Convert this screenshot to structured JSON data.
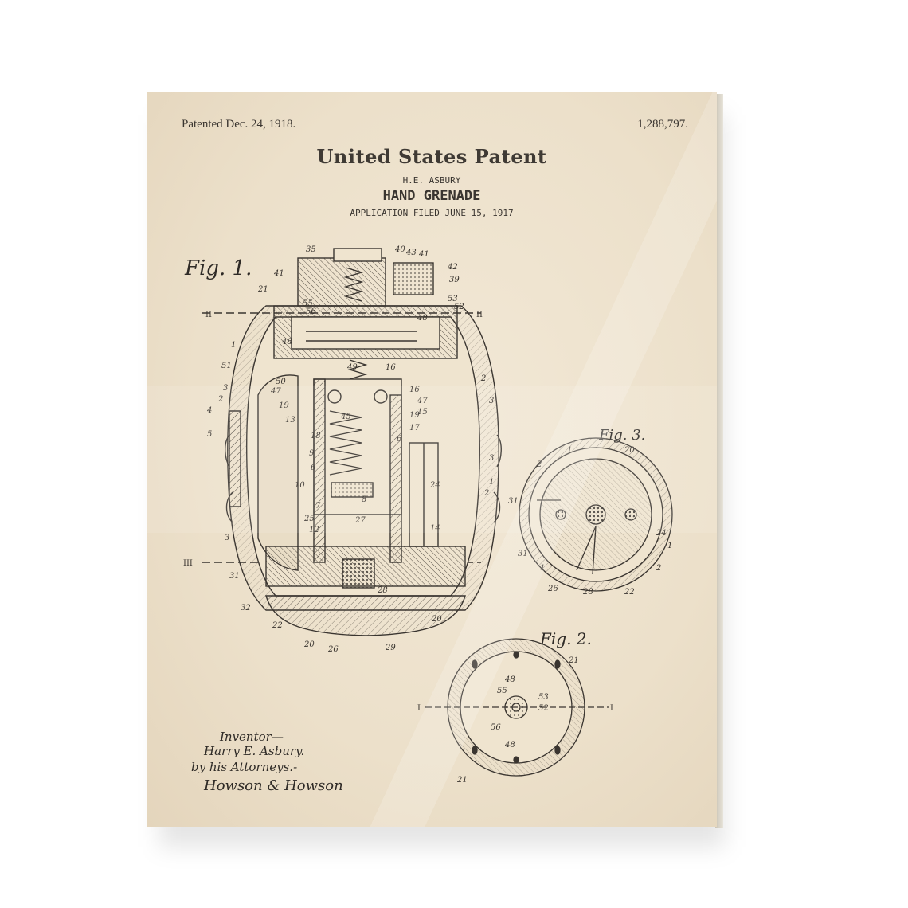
{
  "header": {
    "patented": "Patented Dec. 24, 1918.",
    "patent_number": "1,288,797.",
    "title": "United States Patent",
    "inventor": "H.E. ASBURY",
    "invention": "HAND GRENADE",
    "application": "APPLICATION FILED JUNE 15, 1917"
  },
  "figures": {
    "fig1": "Fig. 1.",
    "fig2": "Fig. 2.",
    "fig3": "Fig. 3."
  },
  "signature": {
    "line1": "Inventor—",
    "line2": "Harry E. Asbury.",
    "line3": "by his Attorneys.-",
    "line4": "Howson & Howson"
  },
  "colors": {
    "paper": "#ece0ca",
    "ink": "#3a3530"
  }
}
